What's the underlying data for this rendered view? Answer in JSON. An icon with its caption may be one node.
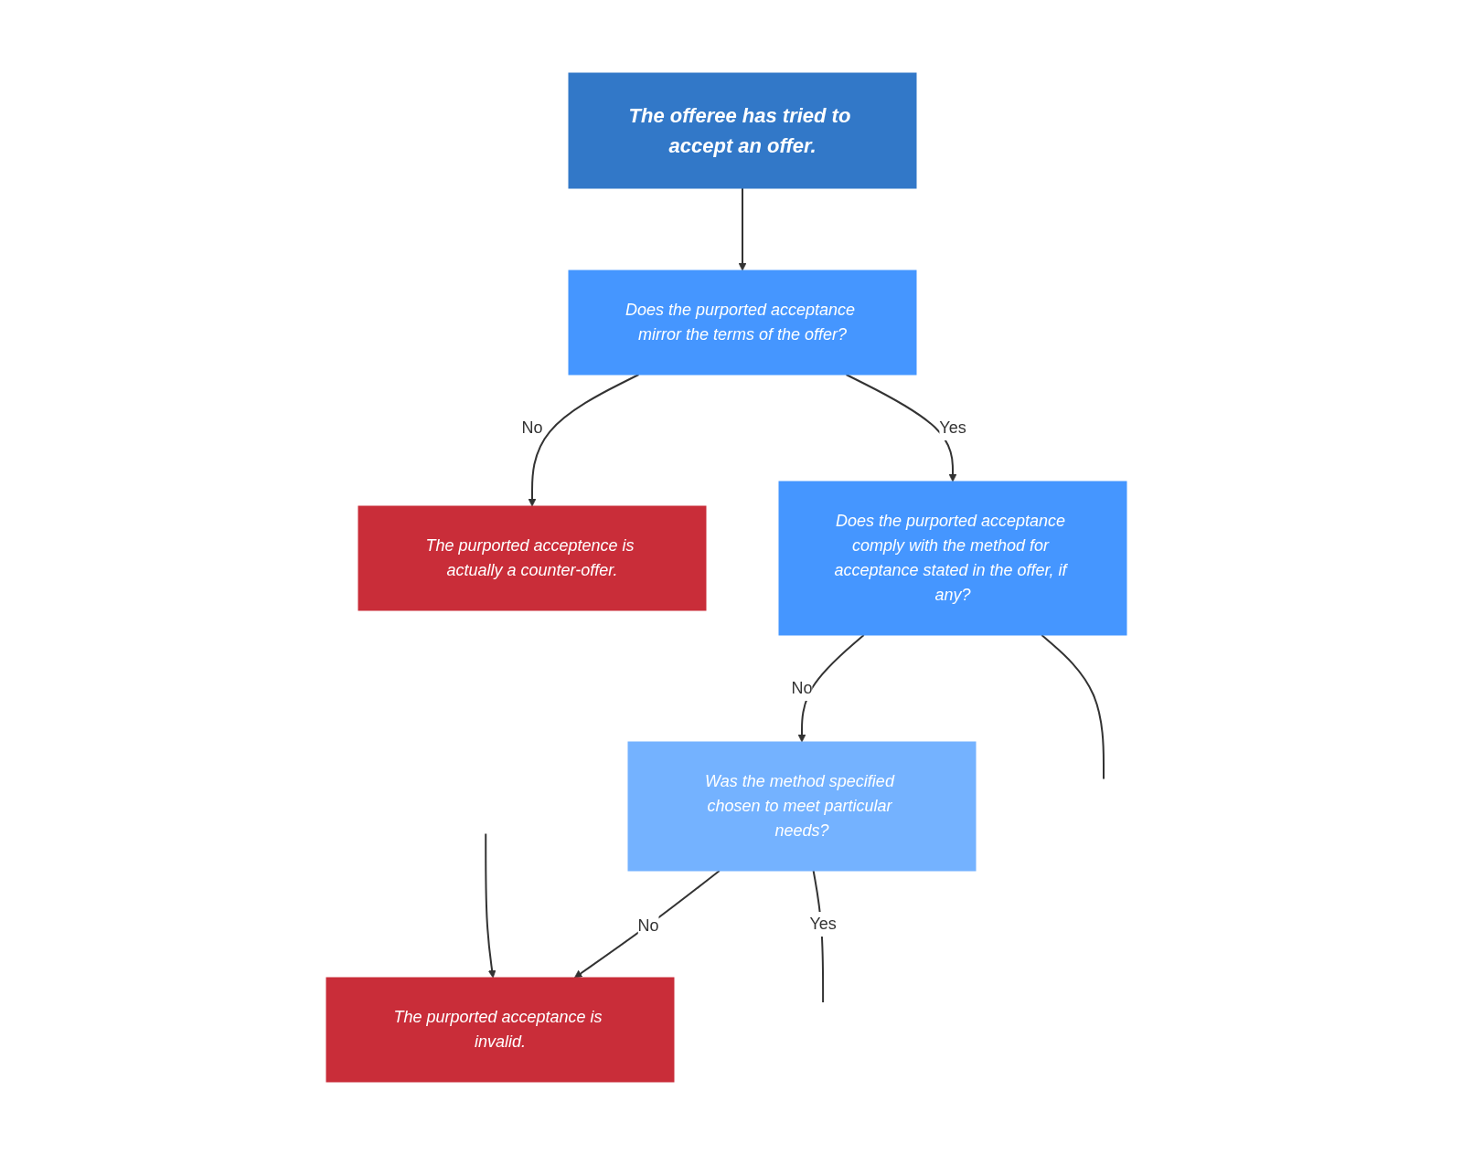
{
  "diagram": {
    "nodes": [
      {
        "text": [
          "The offeree has tried to accept an offer."
        ]
      },
      {
        "text": [
          "The purported acceptance is invalid."
        ]
      },
      {
        "text": [
          "Does the purported acceptance mirror the terms of the offer?"
        ]
      },
      {
        "text": [
          "The purported acceptence is actually a counter-offer."
        ]
      },
      {
        "text": [
          "Was the method specified chosen to meet particular needs?"
        ]
      },
      {
        "text": [
          "Does the purported acceptance comply with the method for acceptance stated in the offer, if any?"
        ]
      }
    ],
    "edges": [
      {
        "from": 0,
        "to": 2,
        "arrow": "to"
      },
      {
        "from": 2,
        "to": 3,
        "label": "No",
        "arrow": "to"
      },
      {
        "from": 2,
        "to": 5,
        "label": "Yes",
        "arrow": "to"
      },
      {
        "from": 5,
        "to": 4,
        "label": "No",
        "arrow": "to"
      },
      {
        "from": 4,
        "to": 1,
        "label": "No",
        "arrow": "to"
      },
      {
        "from": null,
        "to": 1,
        "arrow": "to"
      },
      {
        "from": 4,
        "to": null,
        "label": "Yes",
        "arrow": "none"
      },
      {
        "from": 5,
        "to": null,
        "arrow": "none"
      }
    ]
  }
}
